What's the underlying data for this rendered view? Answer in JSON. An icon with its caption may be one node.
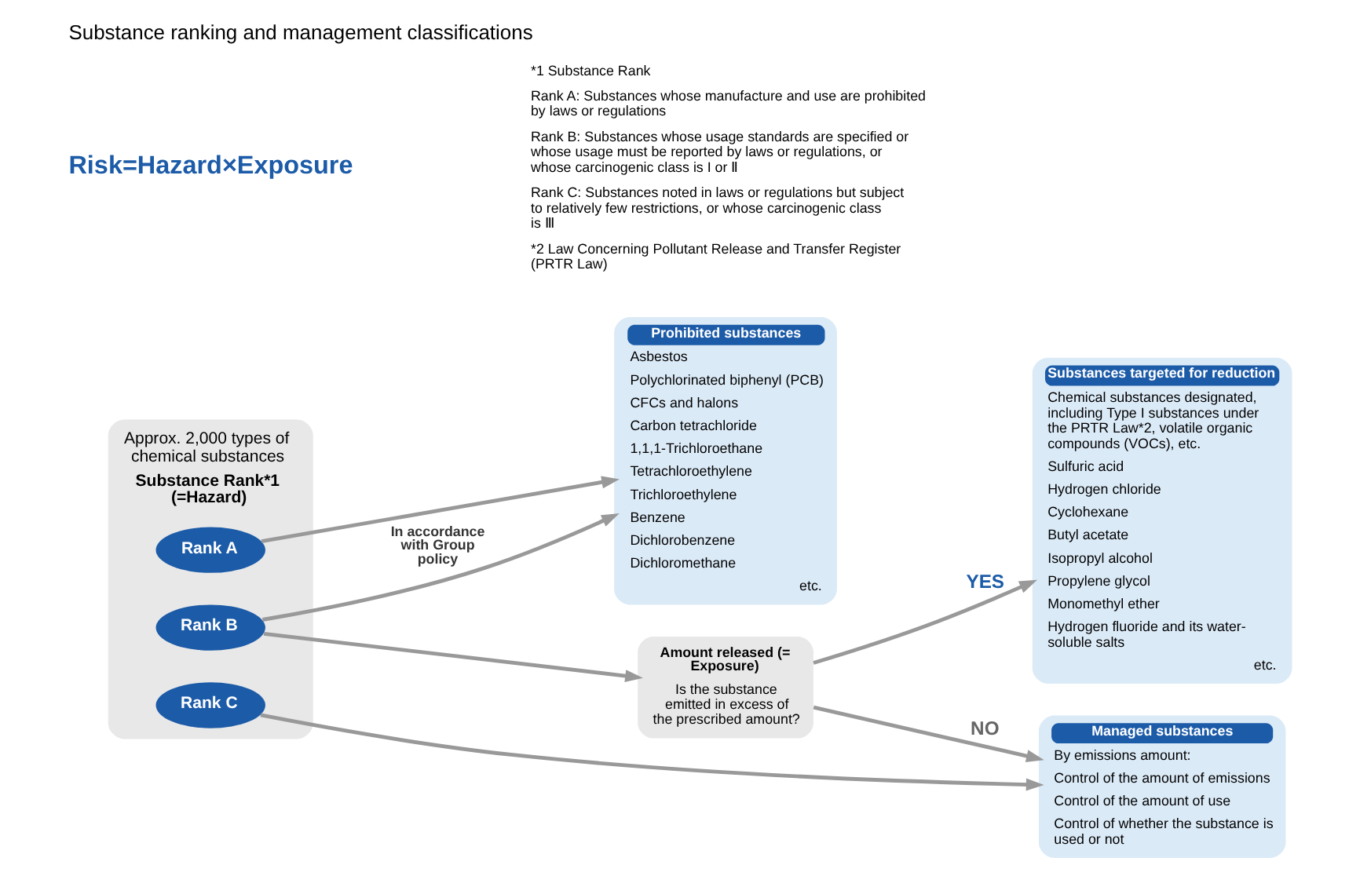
{
  "diagram": {
    "title": "Substance ranking and management classifications",
    "nodes": [
      {
        "text": [
          "Substance Rank*1 (=Hazard)"
        ],
        "beside": [
          "Approx. 2,000 types of chemical substances"
        ]
      },
      {
        "text": [
          "Rank A"
        ],
        "in": 0
      },
      {
        "text": [
          "Rank B"
        ],
        "in": 0
      },
      {
        "text": [
          "Rank C"
        ],
        "in": 0
      },
      {
        "text": [
          "Prohibited substances",
          "Asbestos",
          "Polychlorinated biphenyl (PCB)",
          "CFCs and halons",
          "Carbon tetrachloride",
          "1,1,1-Trichloroethane",
          "Tetrachloroethylene",
          "Trichloroethylene",
          "Benzene",
          "Dichlorobenzene",
          "Dichloromethane",
          "etc."
        ]
      },
      {
        "text": [
          "Amount released (= Exposure)",
          "Is the substance emitted in excess of the prescribed amount?"
        ]
      },
      {
        "text": [
          "Substances targeted for reduction",
          "Chemical substances designated, including Type I substances under the PRTR Law*2, volatile organic compounds (VOCs), etc.",
          "Sulfuric acid",
          "Hydrogen chloride",
          "Cyclohexane",
          "Butyl acetate",
          "Isopropyl alcohol",
          "Propylene glycol",
          "Monomethyl ether",
          "Hydrogen fluoride and its water-soluble salts",
          "etc."
        ]
      },
      {
        "text": [
          "Managed substances",
          "By emissions amount:",
          "Control of the amount of emissions",
          "Control of the amount of use",
          "Control of whether the substance is used or not"
        ]
      }
    ],
    "edges": [
      {
        "from": 1,
        "to": 4,
        "arrow": "to"
      },
      {
        "from": 2,
        "to": 4,
        "arrow": "to",
        "label": "In accordance with Group policy"
      },
      {
        "from": 2,
        "to": 5,
        "arrow": "to"
      },
      {
        "from": 3,
        "to": 7,
        "arrow": "to"
      },
      {
        "from": 5,
        "to": 6,
        "arrow": "to",
        "label": "YES"
      },
      {
        "from": 5,
        "to": 7,
        "arrow": "to",
        "label": "NO"
      }
    ],
    "labels": [
      "Risk=Hazard×Exposure",
      "*1 Substance Rank",
      "Rank A: Substances whose manufacture and use are prohibited by laws or regulations",
      "Rank B: Substances whose usage standards are specified or whose usage must be reported by laws or regulations, or whose carcinogenic class is I or Ⅱ",
      "Rank C: Substances noted in laws or regulations but subject to relatively few restrictions, or whose carcinogenic class is Ⅲ",
      "*2 Law Concerning Pollutant Release and Transfer Register (PRTR Law)"
    ]
  }
}
